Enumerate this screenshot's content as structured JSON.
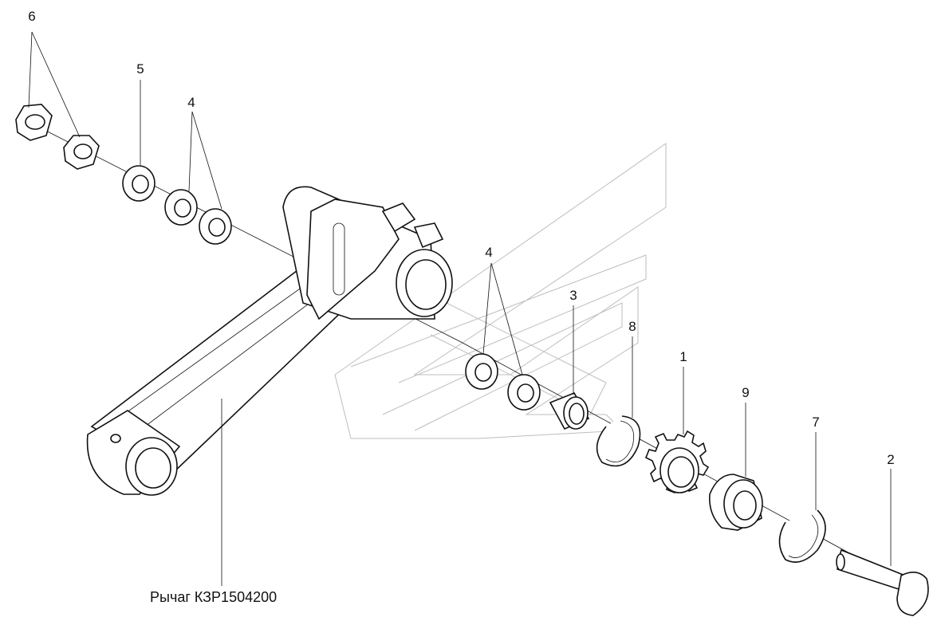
{
  "caption": "Рычаг КЗР1504200",
  "callouts": [
    "6",
    "5",
    "4",
    "4",
    "3",
    "8",
    "1",
    "9",
    "7",
    "2"
  ]
}
